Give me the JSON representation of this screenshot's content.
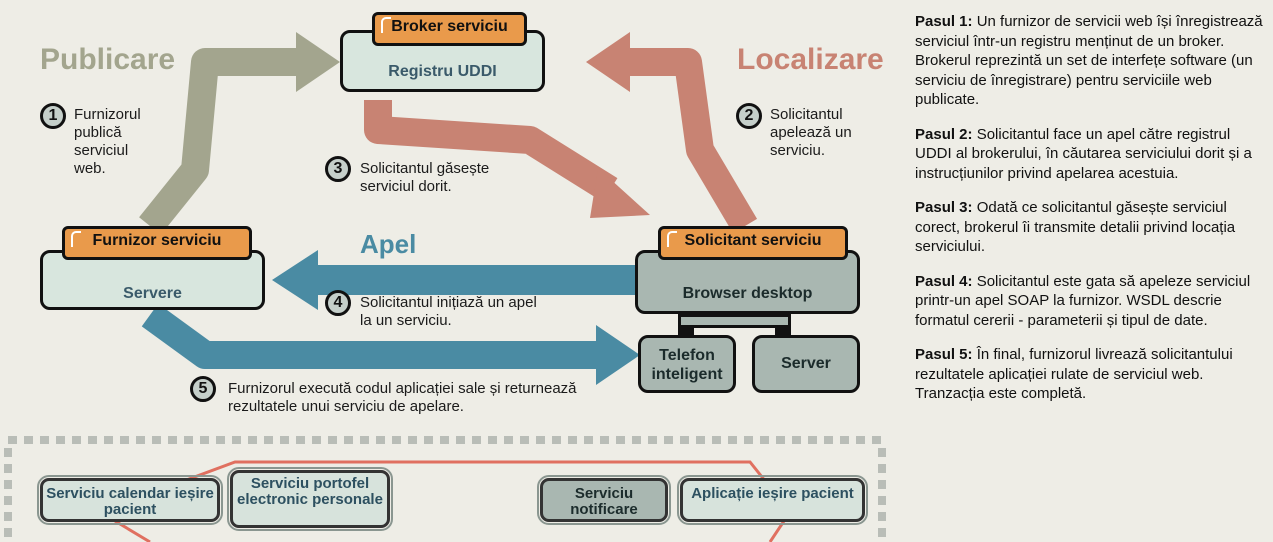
{
  "colors": {
    "background": "#eeede6",
    "olive_arrow": "#a3a58e",
    "red_arrow": "#c88373",
    "blue_arrow": "#4a8ba3",
    "tag_orange": "#e99a4b",
    "box_light": "#d8e6de",
    "box_grey": "#a9b7b1"
  },
  "headings": {
    "publish": "Publicare",
    "locate": "Localizare",
    "call": "Apel"
  },
  "nodes": {
    "broker": {
      "tag": "Broker serviciu",
      "body": "Registru UDDI"
    },
    "provider": {
      "tag": "Furnizor serviciu",
      "body": "Servere"
    },
    "requester": {
      "tag": "Solicitant serviciu",
      "body": "Browser desktop"
    },
    "phone": "Telefon inteligent",
    "server": "Server"
  },
  "arrow_steps": [
    {
      "num": "1",
      "text": "Furnizorul publică serviciul web."
    },
    {
      "num": "2",
      "text": "Solicitantul apelează un serviciu."
    },
    {
      "num": "3",
      "text": "Solicitantul găsește serviciul dorit."
    },
    {
      "num": "4",
      "text": "Solicitantul inițiază un apel la un serviciu."
    },
    {
      "num": "5",
      "text": "Furnizorul execută codul aplicației sale și returnează rezultatele unui serviciu de apelare."
    }
  ],
  "services": [
    "Serviciu calendar ieșire pacient",
    "Serviciu portofel electronic personale",
    "Serviciu notificare",
    "Aplicație ieșire pacient"
  ],
  "steps": [
    {
      "title": "Pasul 1:",
      "text": " Un furnizor de servicii web își înregistrează serviciul într-un registru menținut de un broker. Brokerul reprezintă un set de interfețe software (un serviciu de înregistrare) pentru serviciile web publicate."
    },
    {
      "title": "Pasul 2:",
      "text": " Solicitantul face un apel către registrul UDDI al brokerului, în căutarea serviciului dorit și a instrucțiunilor privind apelarea acestuia."
    },
    {
      "title": "Pasul 3:",
      "text": " Odată ce solicitantul găsește serviciul corect, brokerul îi transmite detalii privind locația serviciului."
    },
    {
      "title": "Pasul 4:",
      "text": " Solicitantul este gata să apeleze serviciul printr-un apel SOAP la furnizor. WSDL descrie formatul cererii - parameterii și tipul de date."
    },
    {
      "title": "Pasul 5:",
      "text": " În final, furnizorul livrează solicitantului rezultatele aplicației rulate de serviciul web. Tranzacția este completă."
    }
  ]
}
